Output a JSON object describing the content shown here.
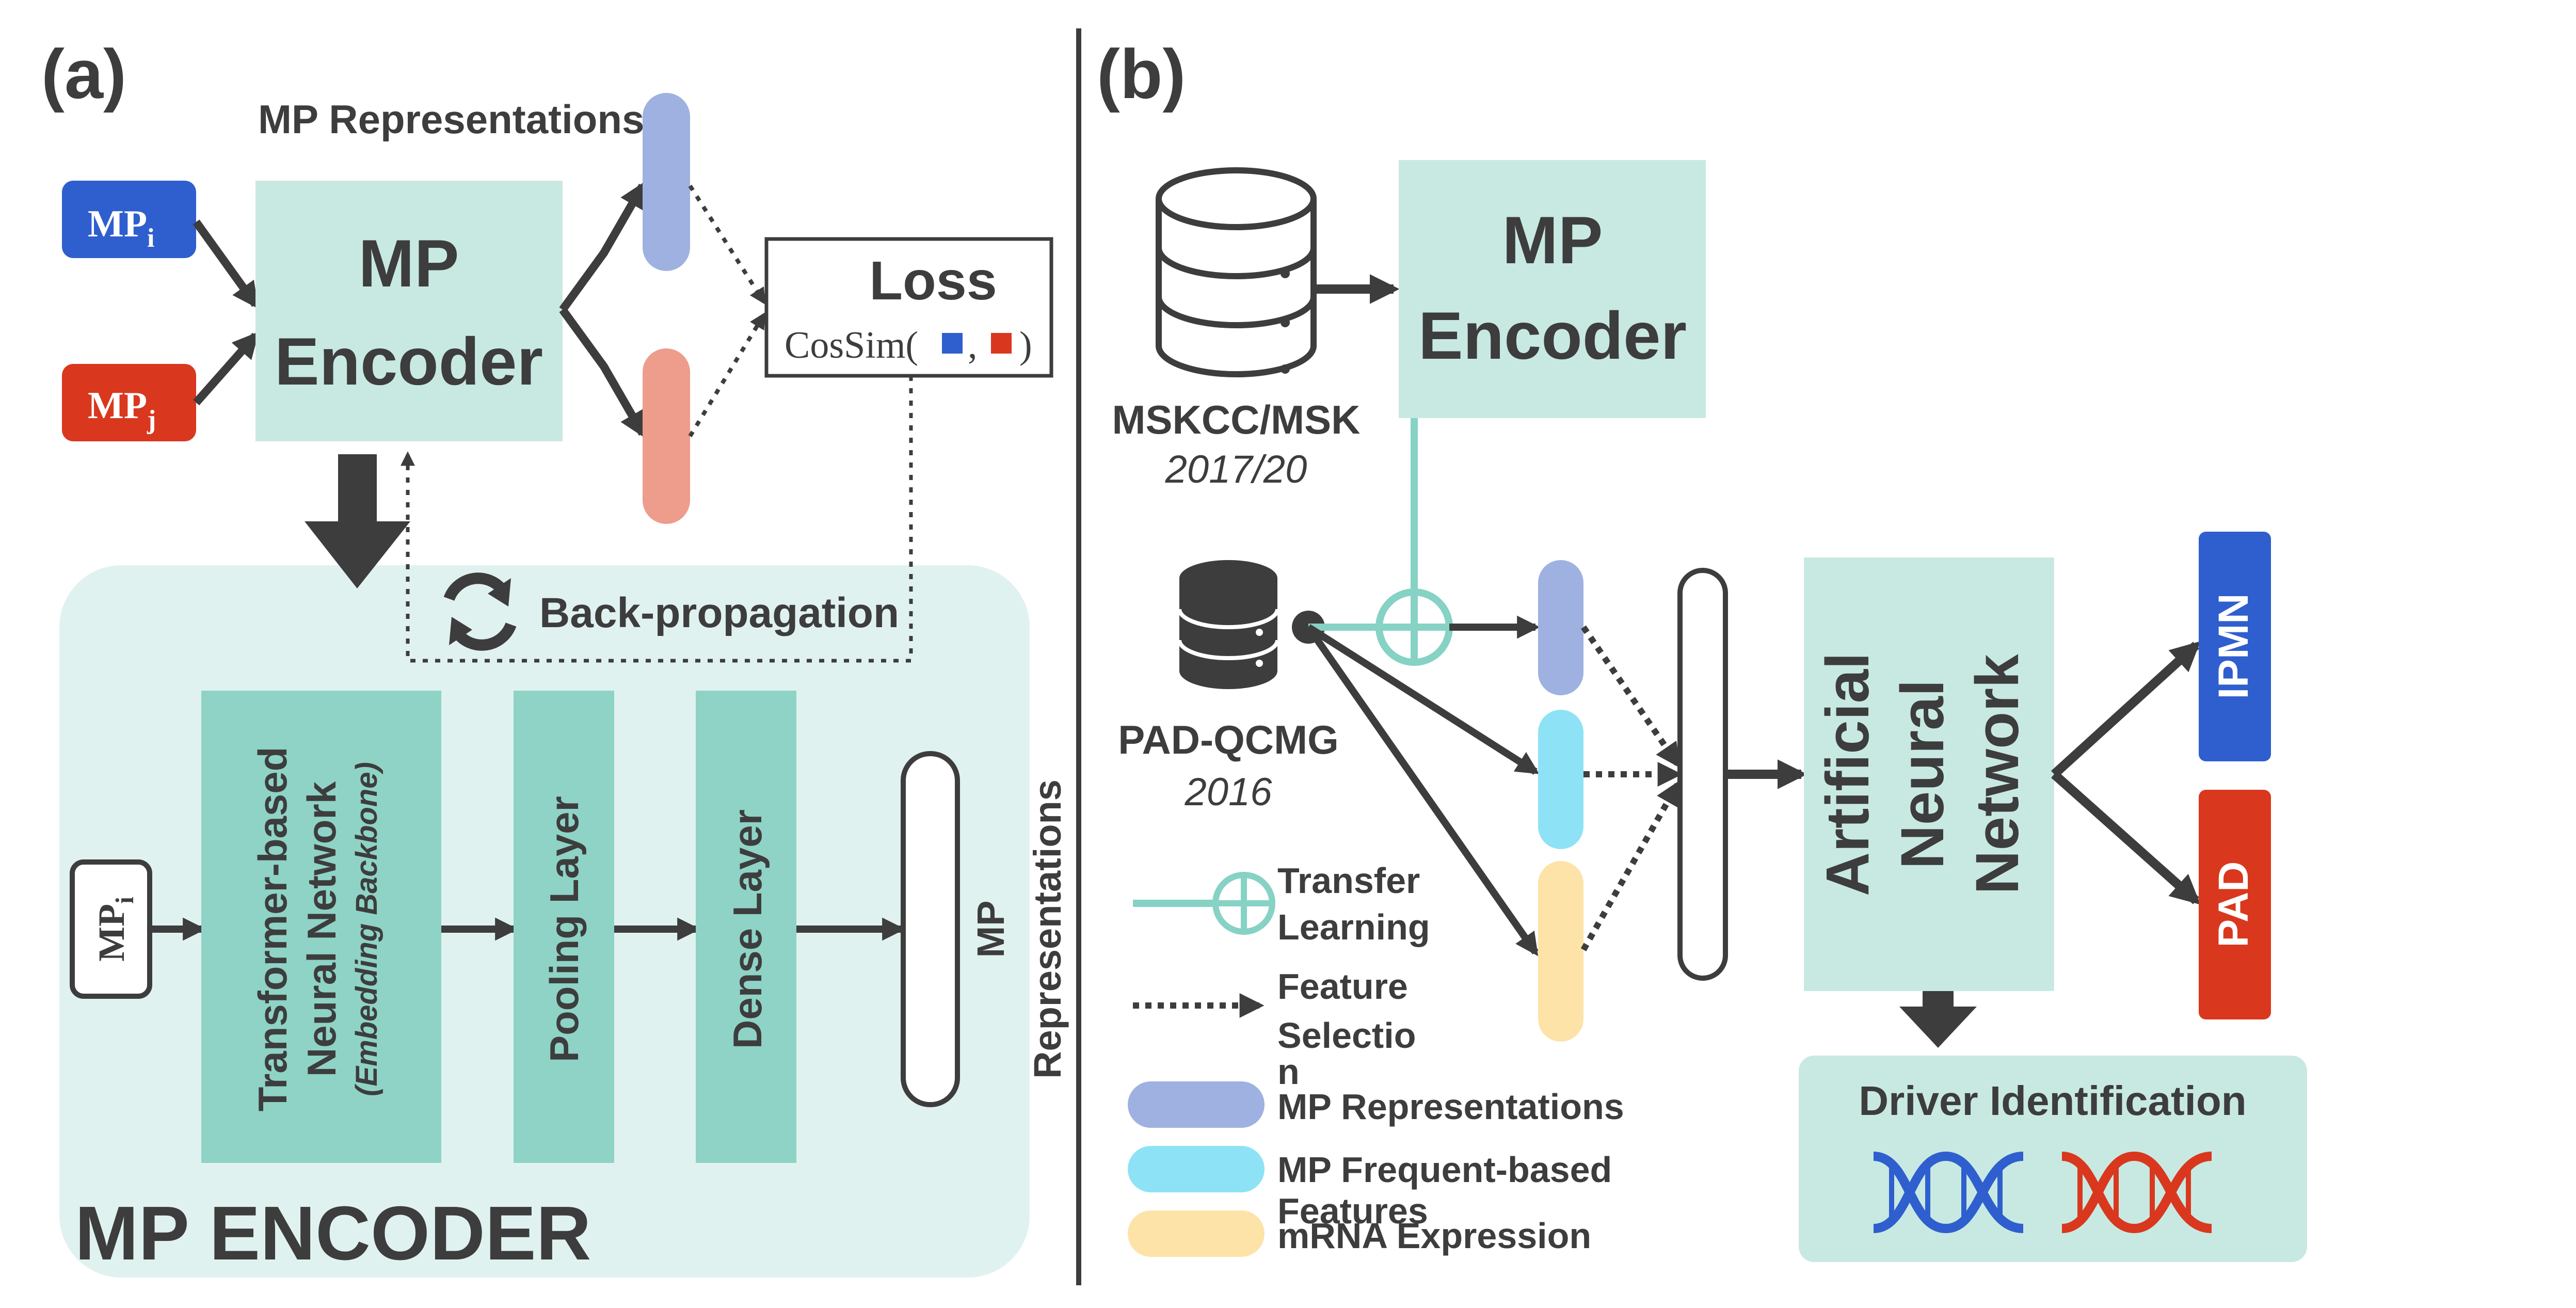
{
  "panel_a": {
    "label": "(a)",
    "mp_i": "MP",
    "mp_i_sub": "i",
    "mp_j": "MP",
    "mp_j_sub": "j",
    "encoder_line1": "MP",
    "encoder_line2": "Encoder",
    "representations_label": "MP Representations",
    "loss_title": "Loss",
    "loss_formula_start": "CosSim(",
    "loss_formula_comma": ",",
    "loss_formula_end": ")",
    "backprop_label": "Back-propagation",
    "mp_encoder_title": "MP ENCODER",
    "input_mp": "MP",
    "input_mp_sub": "i",
    "transformer_line1": "Transformer-based",
    "transformer_line2": "Neural Network",
    "transformer_line3": "(Embedding Backbone)",
    "pooling_layer": "Pooling Layer",
    "dense_layer": "Dense Layer",
    "output_line1": "MP",
    "output_line2": "Representations"
  },
  "panel_b": {
    "label": "(b)",
    "db1_line1": "MSKCC/MSK",
    "db1_line2": "2017/20",
    "db2_line1": "PAD-QCMG",
    "db2_line2": "2016",
    "encoder_line1": "MP",
    "encoder_line2": "Encoder",
    "ann_line1": "Artificial",
    "ann_line2": "Neural",
    "ann_line3": "Network",
    "out_ipmn": "IPMN",
    "out_pad": "PAD",
    "driver_title": "Driver Identification",
    "legend": {
      "transfer_line1": "Transfer",
      "transfer_line2": "Learning",
      "feature_line1": "Feature",
      "feature_line2": "Selectio",
      "feature_line3": "n",
      "mp_repr": "MP Representations",
      "mp_freq_line1": "MP Frequent-based",
      "mp_freq_line2": "Features",
      "mrna": "mRNA Expression"
    }
  },
  "colors": {
    "blue": "#2f5fce",
    "red": "#d9381e",
    "teal_light": "#c8e9e2",
    "teal_mid": "#8ed3c6",
    "teal_line": "#86d2c4",
    "pill_blue": "#9fb1e0",
    "pill_salmon": "#ee9c8c",
    "pill_cyan": "#8de3f5",
    "pill_yellow": "#fde3a8",
    "dark": "#3d3d3d"
  }
}
